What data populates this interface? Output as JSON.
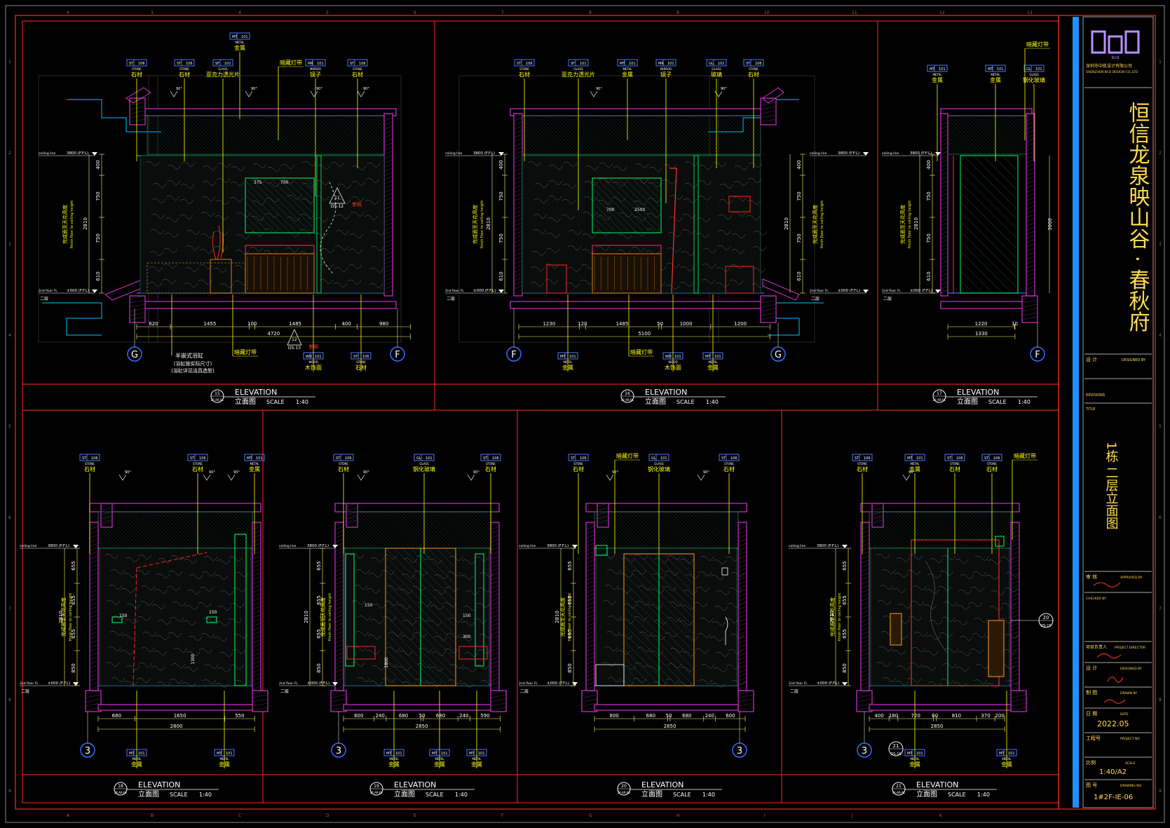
{
  "sheet": {
    "colors": {
      "background": "#000000",
      "frame": "#ff2a2a",
      "leader": "#ffff00",
      "tag": "#4a78ff",
      "wall": "#cc33cc",
      "glass": "#00ff66",
      "dimension": "#ffff66",
      "axis_circle": "#3a6bff",
      "title_bar": "#1e90ff",
      "hatch": "#2a6a5a"
    }
  },
  "title_block": {
    "logo_text": "bcd",
    "company_cn": "深圳市中航设计有限公司",
    "company_en": "SHENZHEN BCD DESIGN CO.,LTD.",
    "project_name": "恒信龙泉映山谷 · 春秋府",
    "drawing_name": "1栋 二层立面图",
    "design_label": "设 计",
    "design_label_en": "DESIGNED BY",
    "revisions_label": "REVISIONS",
    "title_label": "TITLE",
    "approved_label": "审 核",
    "approved_label_en": "APPROVED BY",
    "checked_label_en": "CHECKED BY",
    "project_lead_label": "项目负责人",
    "project_lead_en": "PROJECT DIRECTOR",
    "designer_label": "设 计",
    "designer_en": "DESIGNED BY",
    "drawn_label": "制 图",
    "drawn_en": "DRAWN BY",
    "date_label": "日 期",
    "date_en": "DATE",
    "date_value": "2022.05",
    "project_no_label": "工程号",
    "project_no_en": "PROJECT NO",
    "scale_label": "比例",
    "scale_en": "SCALE",
    "scale_value": "1:40/A2",
    "sheet_no_label": "图 号",
    "sheet_no_en": "DRAWING NO",
    "sheet_no_value": "1#2F-IE-06"
  },
  "views": [
    {
      "id": "v15",
      "num": "15",
      "title": "ELEVATION",
      "subtitle": "立面图",
      "scale_label": "SCALE",
      "scale": "1:40",
      "ref": "2F-AR-01"
    },
    {
      "id": "v16",
      "num": "16",
      "title": "ELEVATION",
      "subtitle": "立面图",
      "scale_label": "SCALE",
      "scale": "1:40",
      "ref": "2F-AR-01"
    },
    {
      "id": "v17",
      "num": "17",
      "title": "ELEVATION",
      "subtitle": "立面图",
      "scale_label": "SCALE",
      "scale": "1:40",
      "ref": "2F-AR-01"
    },
    {
      "id": "v18",
      "num": "18",
      "title": "ELEVATION",
      "subtitle": "立面图",
      "scale_label": "SCALE",
      "scale": "1:40",
      "ref": "2F-AR-01"
    },
    {
      "id": "v19",
      "num": "19",
      "title": "ELEVATION",
      "subtitle": "立面图",
      "scale_label": "SCALE",
      "scale": "1:40",
      "ref": "2F-AR-01"
    },
    {
      "id": "v20",
      "num": "20",
      "title": "ELEVATION",
      "subtitle": "立面图",
      "scale_label": "SCALE",
      "scale": "1:40",
      "ref": "2F-AR-01"
    },
    {
      "id": "v21",
      "num": "21",
      "title": "ELEVATION",
      "subtitle": "立面图",
      "scale_label": "SCALE",
      "scale": "1:40",
      "ref": "2F-AR-01"
    }
  ],
  "levels": {
    "ceiling_label": "ceiling line",
    "ceiling_value": "3800 (F.F.L)",
    "floor_label": "2nd floor FL",
    "floor_value": "±000 (F.F.L)",
    "floor_cn": "二层",
    "height_note_cn": "完成面至天花高度",
    "height_note_en": "finish floor to ceiling height"
  },
  "axes": {
    "g": "G",
    "f": "F",
    "three": "3"
  },
  "materials": {
    "st106": {
      "code": "ST 106",
      "en": "STONE",
      "cn": "石材"
    },
    "mt101": {
      "code": "MT 101",
      "en": "METAL",
      "cn": "金属"
    },
    "gl101": {
      "code": "GL 101",
      "en": "GLASS",
      "cn": "钢化玻璃"
    },
    "gl102": {
      "code": "GL 102",
      "en": "GLASS",
      "cn": "玻璃"
    },
    "sf101": {
      "code": "SF 101",
      "en": "GLASS",
      "cn": "亚克力透光片"
    },
    "mr101": {
      "code": "MR 101",
      "en": "MIRROR",
      "cn": "镜子"
    },
    "wd101": {
      "code": "WD 101",
      "en": "WOOD",
      "cn": "木饰面"
    },
    "led": {
      "cn": "暗藏灯带"
    },
    "tub": {
      "cn": "半嵌式浴缸",
      "note1": "(浴缸按实际尺寸)",
      "note2": "(浴缸详见洁具选型)"
    }
  },
  "dims": {
    "v15_bottom": [
      "620",
      "1455",
      "100",
      "1485",
      "400",
      "980"
    ],
    "v15_total": "4720",
    "v15_left": [
      "400",
      "750",
      "750",
      "610"
    ],
    "v15_total_h": "2810",
    "v16_bottom": [
      "1230",
      "120",
      "1485",
      "50",
      "1000",
      "1200"
    ],
    "v16_total": "5100",
    "v17_bottom": [
      "1220",
      "10"
    ],
    "v17_total": "1330",
    "v17_h": "3000",
    "v18_bottom": [
      "680",
      "1650",
      "550"
    ],
    "v18_total": "2800",
    "v19_bottom": [
      "600",
      "240",
      "680",
      "50",
      "680",
      "240",
      "590"
    ],
    "v19_total": "2850",
    "v20_bottom": [
      "800",
      "680",
      "50",
      "680",
      "240",
      "600"
    ],
    "v20_total": "2850",
    "v21_bottom": [
      "400",
      "180",
      "720",
      "60",
      "810",
      "370",
      "200"
    ],
    "v21_total": "2850",
    "lower_left": [
      "850",
      "655",
      "655",
      "655"
    ],
    "lower_total_h": "2810",
    "inner_375": "375",
    "inner_700": "700",
    "inner_2500": "2500",
    "inner_150": "150",
    "inner_1300": "1300",
    "inner_1800": "1800",
    "inner_300": "300"
  },
  "callouts": {
    "c11": {
      "num": "11",
      "ref": "DS-12"
    },
    "c12": {
      "num": "12",
      "ref": "DS-13"
    },
    "c20": {
      "num": "20",
      "ref": "DS-15"
    },
    "c21": {
      "num": "21",
      "ref": "DS-16"
    },
    "note_ref": "参照",
    "angle": "90°"
  }
}
